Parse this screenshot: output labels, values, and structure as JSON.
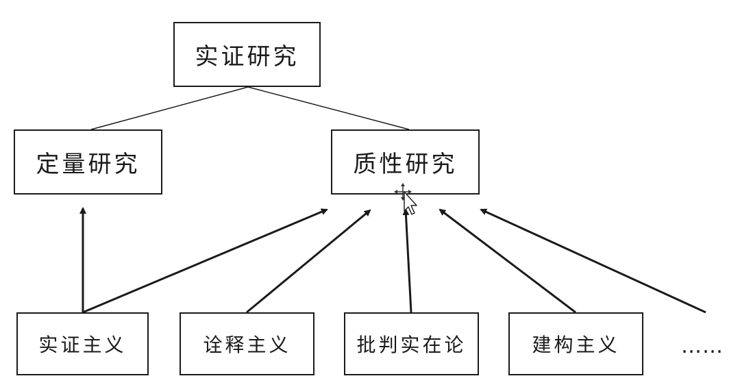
{
  "nodes": {
    "root": "实证研究",
    "quantitative": "定量研究",
    "qualitative": "质性研究",
    "positivism": "实证主义",
    "interpretivism": "诠释主义",
    "critical_realism": "批判实在论",
    "constructivism": "建构主义"
  },
  "ellipsis": "……",
  "edges": [
    {
      "from": "root",
      "to": "quantitative",
      "type": "line"
    },
    {
      "from": "root",
      "to": "qualitative",
      "type": "line"
    },
    {
      "from": "positivism",
      "to": "quantitative",
      "type": "arrow"
    },
    {
      "from": "positivism",
      "to": "qualitative",
      "type": "arrow"
    },
    {
      "from": "interpretivism",
      "to": "qualitative",
      "type": "arrow"
    },
    {
      "from": "critical_realism",
      "to": "qualitative",
      "type": "arrow"
    },
    {
      "from": "constructivism",
      "to": "qualitative",
      "type": "arrow"
    },
    {
      "from": "ellipsis",
      "to": "qualitative",
      "type": "arrow"
    }
  ],
  "colors": {
    "stroke": "#1a1a1a",
    "background": "#ffffff"
  },
  "cursor_icon": "move-cursor-icon"
}
